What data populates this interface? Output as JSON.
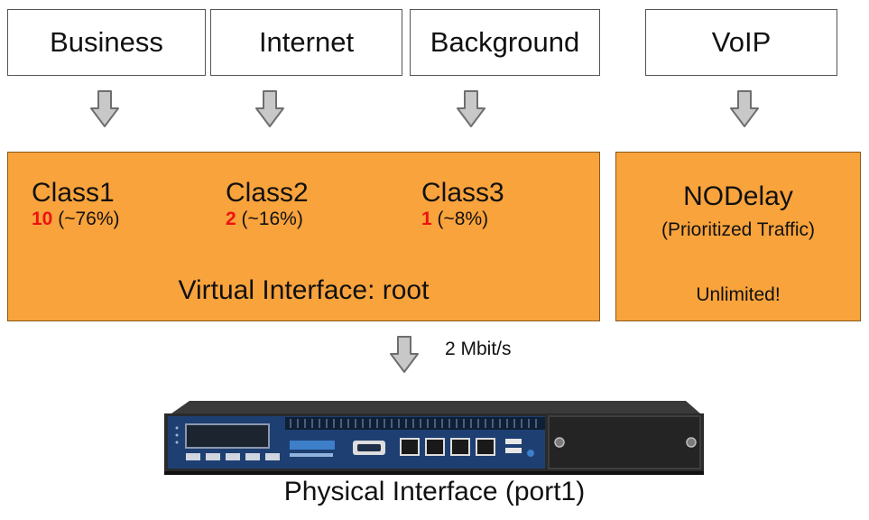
{
  "traffic_types": [
    {
      "label": "Business"
    },
    {
      "label": "Internet"
    },
    {
      "label": "Background"
    },
    {
      "label": "VoIP"
    }
  ],
  "virtual_interface": {
    "label": "Virtual Interface: root",
    "classes": [
      {
        "name": "Class1",
        "weight": "10",
        "share": "(~76%)"
      },
      {
        "name": "Class2",
        "weight": "2",
        "share": "(~16%)"
      },
      {
        "name": "Class3",
        "weight": "1",
        "share": "(~8%)"
      }
    ]
  },
  "nodelay": {
    "title": "NODelay",
    "subtitle": "(Prioritized Traffic)",
    "limit": "Unlimited!"
  },
  "link_rate": "2 Mbit/s",
  "physical_interface": {
    "label": "Physical Interface (port1)"
  },
  "colors": {
    "panel": "#F9A33C",
    "weight": "#ee1111",
    "arrow": "#c8c8c8"
  }
}
